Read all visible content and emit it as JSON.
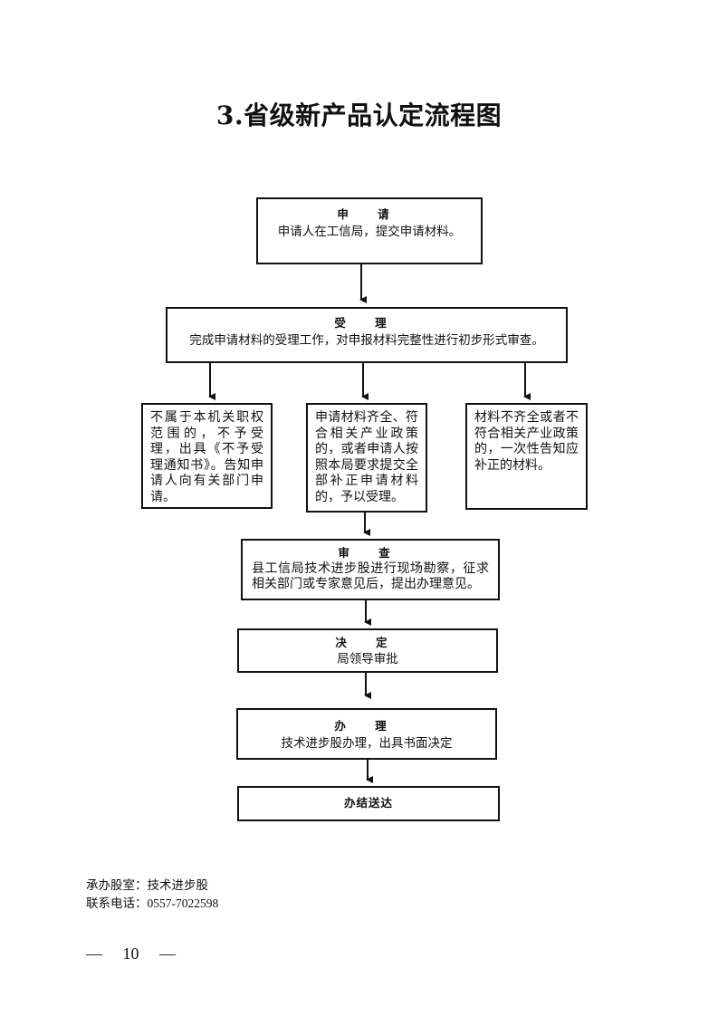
{
  "title": "3.省级新产品认定流程图",
  "flow": {
    "apply": {
      "head": "申 请",
      "body": "申请人在工信局，提交申请材料。"
    },
    "accept": {
      "head": "受 理",
      "body": "完成申请材料的受理工作，对申报材料完整性进行初步形式审查。"
    },
    "branch_left": {
      "body": "不属于本机关职权范围的，不予受理，出具《不予受理通知书》。告知申请人向有关部门申请。"
    },
    "branch_middle": {
      "body": "申请材料齐全、符合相关产业政策的，或者申请人按照本局要求提交全部补正申请材料的，予以受理。"
    },
    "branch_right": {
      "body": "材料不齐全或者不符合相关产业政策的，一次性告知应补正的材料。"
    },
    "review": {
      "head": "审 查",
      "body": "县工信局技术进步股进行现场勘察，征求相关部门或专家意见后，提出办理意见。"
    },
    "decide": {
      "head": "决 定",
      "body": "局领导审批"
    },
    "handle": {
      "head": "办 理",
      "body": "技术进步股办理，出具书面决定"
    },
    "deliver": {
      "head": "办结送达"
    }
  },
  "footer": {
    "office_label": "承办股室：",
    "office_value": "技术进步股",
    "phone_label": "联系电话：",
    "phone_value": "0557-7022598"
  },
  "page": {
    "dash_left": "—",
    "number": "10",
    "dash_right": "—"
  },
  "colors": {
    "line": "#111111",
    "background": "#ffffff"
  }
}
